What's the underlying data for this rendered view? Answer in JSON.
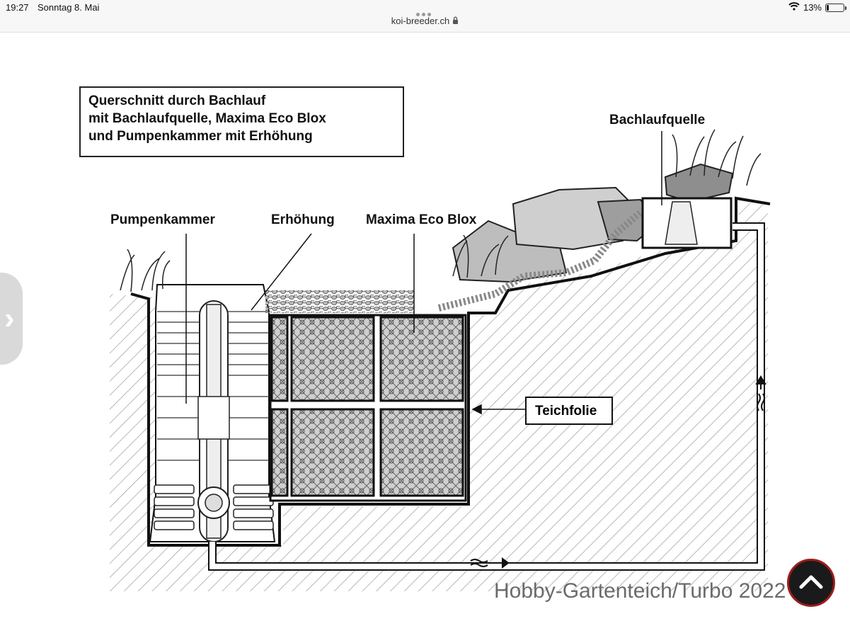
{
  "status_bar": {
    "time": "19:27",
    "date": "Sonntag 8. Mai",
    "url": "koi-breeder.ch",
    "battery": "13%"
  },
  "diagram": {
    "title_lines": [
      "Querschnitt durch Bachlauf",
      "mit Bachlaufquelle, Maxima Eco Blox",
      "und Pumpenkammer mit Erhöhung"
    ],
    "labels": {
      "pumpenkammer": "Pumpenkammer",
      "erhoehung": "Erhöhung",
      "maxima": "Maxima Eco Blox",
      "bachlaufquelle": "Bachlaufquelle",
      "teichfolie": "Teichfolie"
    }
  },
  "watermark": "Hobby-Gartenteich/Turbo 2022",
  "icons": [
    "wifi-icon",
    "battery-icon",
    "lock-icon",
    "chevron-right-icon",
    "chevron-up-icon"
  ]
}
